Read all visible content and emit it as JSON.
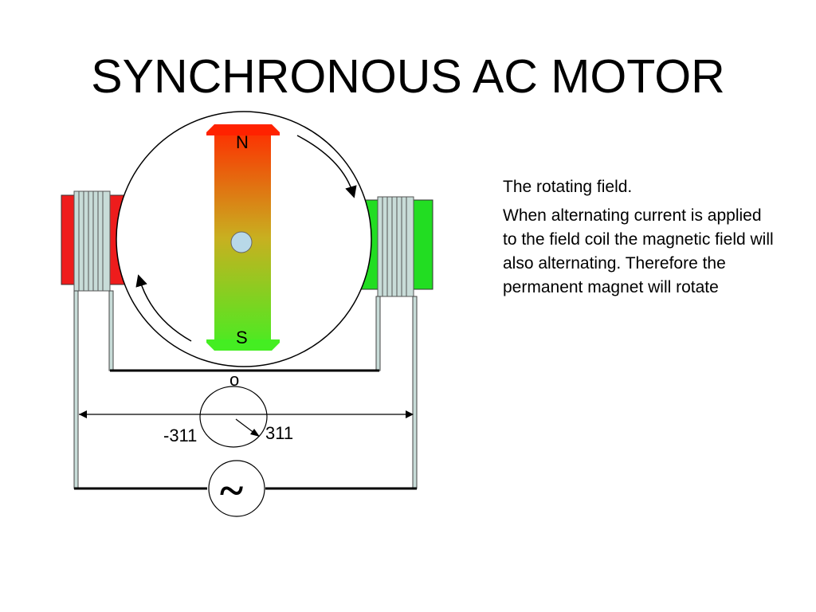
{
  "title": "SYNCHRONOUS AC MOTOR",
  "rotor": {
    "north_label": "N",
    "south_label": "S"
  },
  "meter": {
    "zero_label": "o",
    "min_label": "-311",
    "max_label": "311"
  },
  "source": {
    "symbol": "~"
  },
  "description": {
    "heading": "The rotating field.",
    "body": "When alternating current is applied to the field coil the magnetic field will also alternating. Therefore the permanent magnet will rotate"
  },
  "colors": {
    "left_pole": "#ee1c1c",
    "right_pole": "#22dd22",
    "rotor_top": "#ff3300",
    "rotor_bottom": "#44ee22",
    "coil": "#c8dcd8",
    "shaft": "#b8d8e8"
  }
}
